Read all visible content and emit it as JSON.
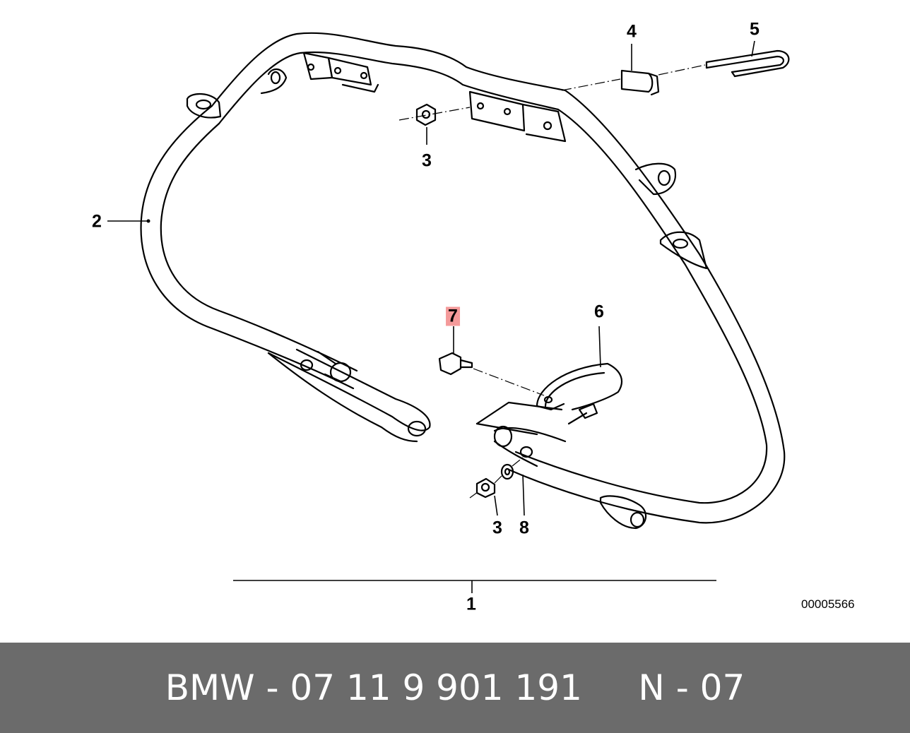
{
  "diagram": {
    "callouts": {
      "c1": "1",
      "c2": "2",
      "c3a": "3",
      "c3b": "3",
      "c4": "4",
      "c5": "5",
      "c6": "6",
      "c7": "7",
      "c8": "8"
    },
    "highlighted_callout": "7",
    "highlight_color": "#f49a9a",
    "image_id": "00005566"
  },
  "footer": {
    "text": "BMW - 07 11 9 901 191     N - 07",
    "background": "#6b6b6b",
    "color": "#ffffff"
  }
}
